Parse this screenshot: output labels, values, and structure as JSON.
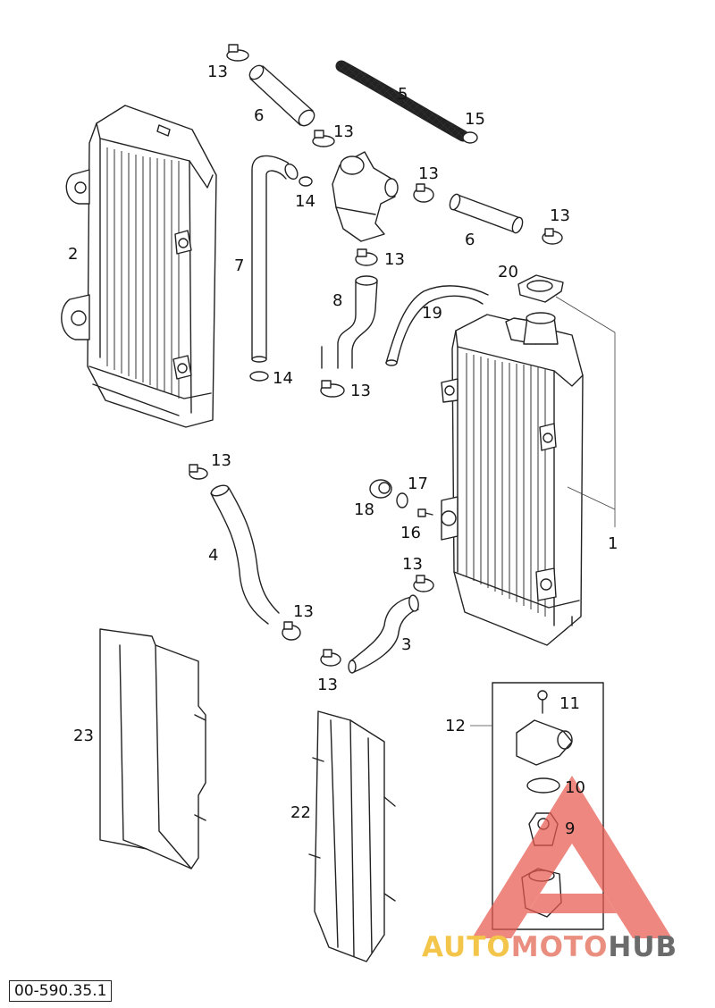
{
  "drawing_number": "00-590.35.1",
  "watermark": {
    "part1": "AUTO",
    "part2": "MOTO",
    "part3": "HUB",
    "colors": {
      "auto": "#f3c64b",
      "moto": "#ea8f7f",
      "hub": "#6b6b6b",
      "logo_triangle": "#e85a4f"
    }
  },
  "callouts": [
    "1",
    "2",
    "3",
    "4",
    "5",
    "6",
    "7",
    "8",
    "9",
    "10",
    "11",
    "12",
    "13",
    "14",
    "15",
    "16",
    "17",
    "18",
    "19",
    "20",
    "22",
    "23"
  ]
}
